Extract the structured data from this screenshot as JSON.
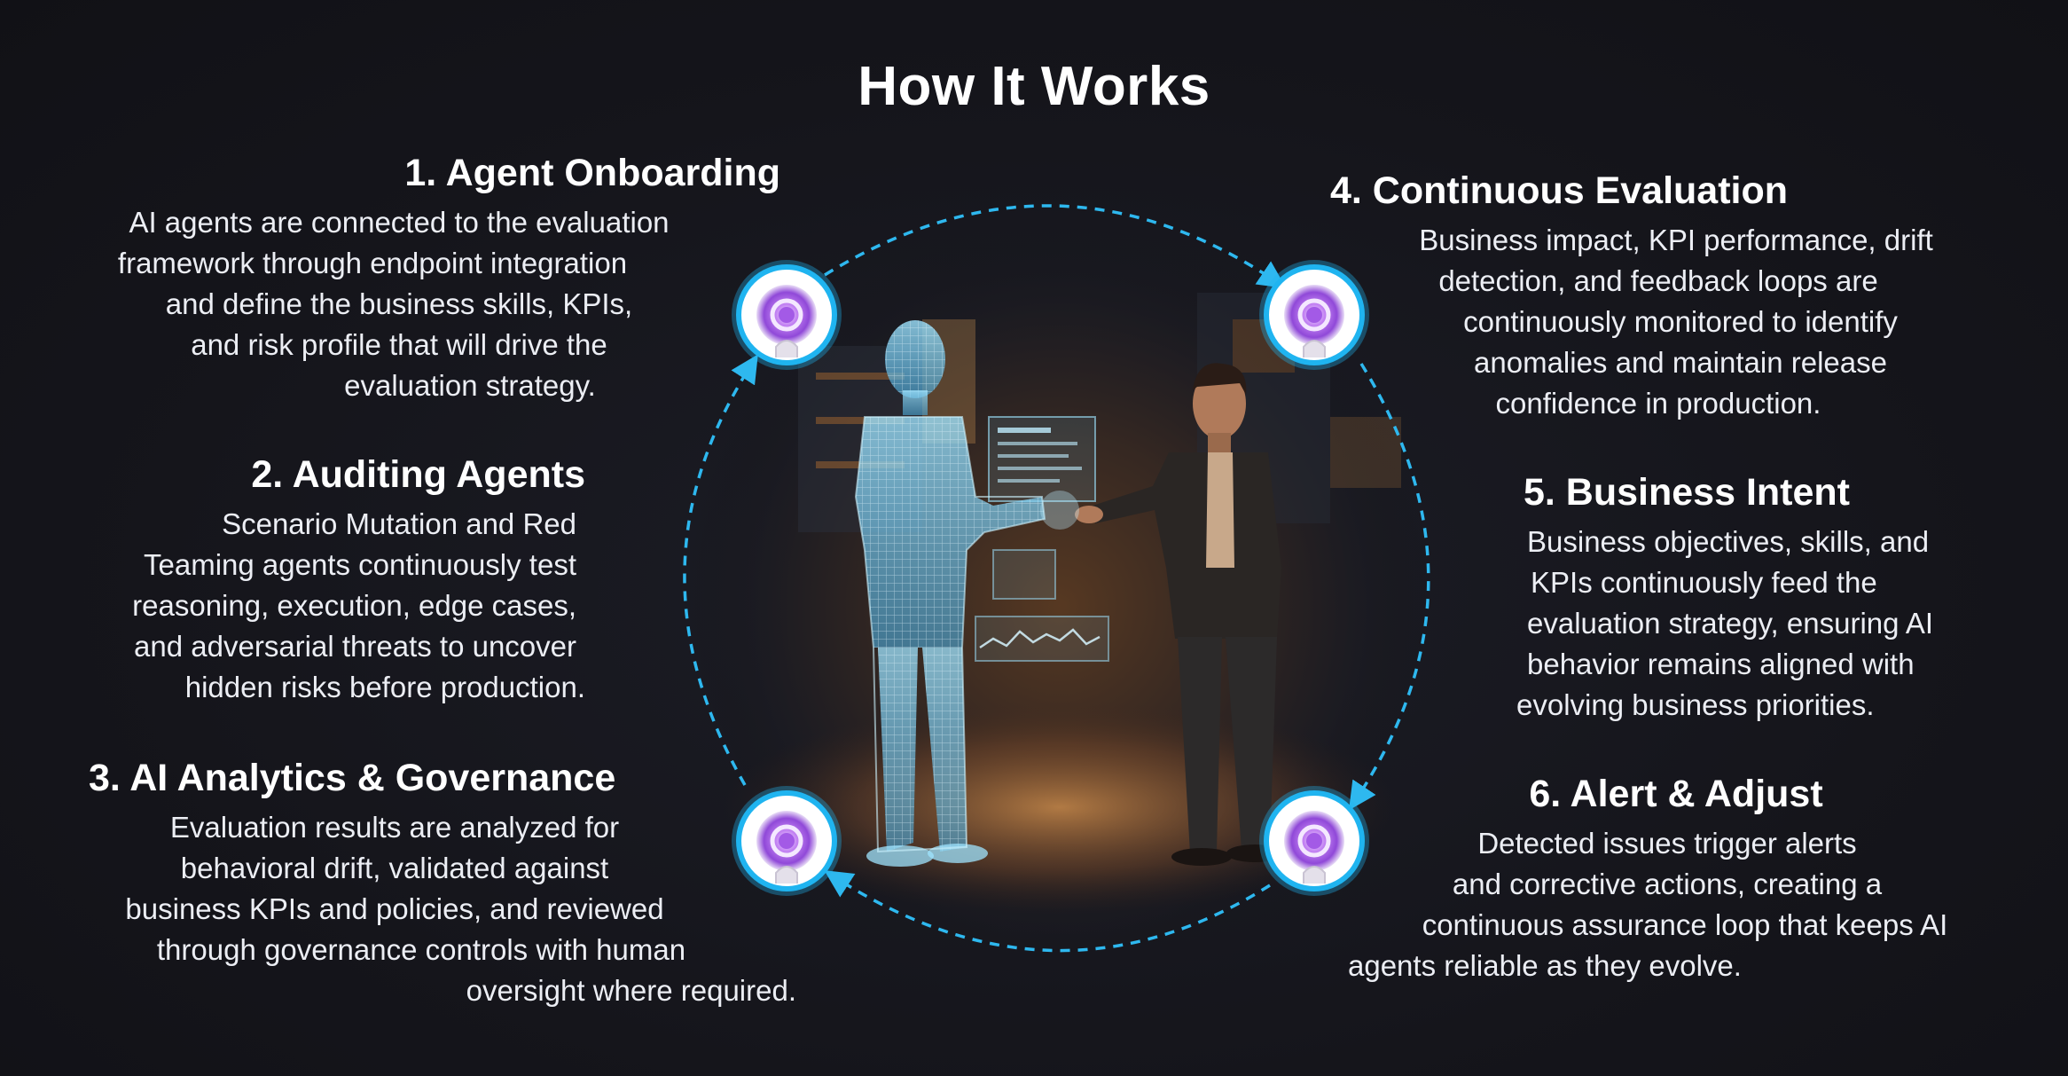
{
  "title": "How It Works",
  "colors": {
    "background": "#15151b",
    "arrow": "#2eb8ef",
    "node_ring": "#1fb4f0",
    "node_core": "#8a3fd6",
    "text": "#ffffff"
  },
  "scene": {
    "figure_left": "hologram-wireframe-man",
    "figure_right": "businessman"
  },
  "steps": [
    {
      "heading": "1. Agent Onboarding",
      "lines": [
        "AI agents are connected to the evaluation",
        "framework through endpoint integration",
        "and define the business skills, KPIs,",
        "and risk profile that will drive the",
        "evaluation strategy."
      ]
    },
    {
      "heading": "2. Auditing Agents",
      "lines": [
        "Scenario Mutation and Red",
        "Teaming agents continuously test",
        "reasoning, execution, edge cases,",
        "and adversarial threats to uncover",
        "hidden risks before production."
      ]
    },
    {
      "heading": "3. AI Analytics & Governance",
      "lines": [
        "Evaluation results are analyzed for",
        "behavioral drift, validated against",
        "business KPIs and policies, and reviewed",
        "through governance controls with human",
        "oversight where required."
      ]
    },
    {
      "heading": "4. Continuous Evaluation",
      "lines": [
        "Business impact, KPI performance, drift",
        "detection, and feedback loops are",
        "continuously monitored to identify",
        "anomalies and maintain release",
        "confidence in production."
      ]
    },
    {
      "heading": "5. Business Intent",
      "lines": [
        "Business objectives, skills, and",
        "KPIs continuously feed the",
        "evaluation strategy, ensuring AI",
        "behavior remains aligned with",
        "evolving business priorities."
      ]
    },
    {
      "heading": "6. Alert & Adjust",
      "lines": [
        "Detected issues trigger alerts",
        "and corrective actions, creating a",
        "continuous assurance loop that keeps AI",
        "agents reliable as they evolve."
      ]
    }
  ]
}
